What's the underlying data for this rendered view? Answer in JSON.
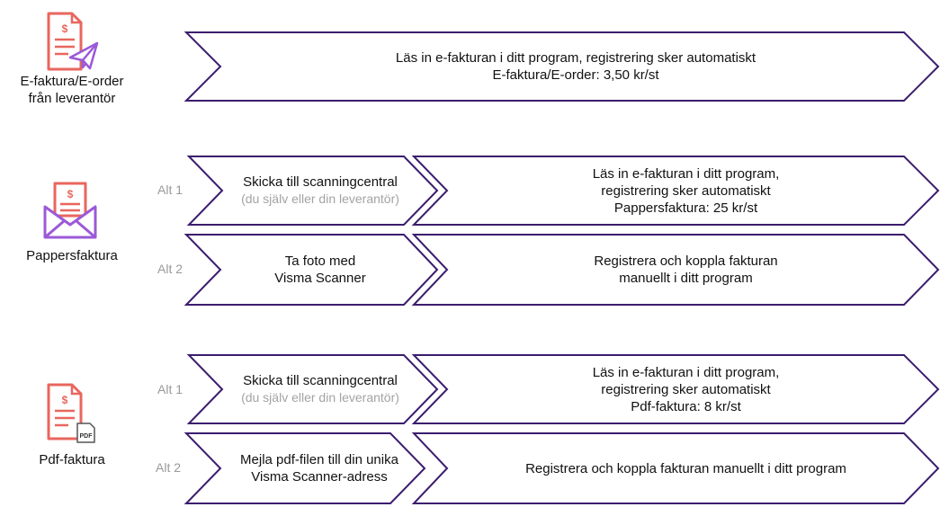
{
  "colors": {
    "chevron_stroke": "#3b1d6e",
    "icon_red": "#e8665e",
    "icon_purple": "#9b59d8",
    "alt_text": "#9a9a9a"
  },
  "sources": {
    "efaktura": {
      "line1": "E-faktura/E-order",
      "line2": "från leverantör",
      "icon": "invoice-send-icon"
    },
    "papper": {
      "label": "Pappersfaktura",
      "icon": "invoice-envelope-icon"
    },
    "pdf": {
      "label": "Pdf-faktura",
      "icon": "invoice-pdf-icon",
      "badge": "PDF"
    }
  },
  "alts": {
    "alt1": "Alt 1",
    "alt2": "Alt 2"
  },
  "rows": {
    "efaktura": {
      "line1": "Läs in e-fakturan i ditt program, registrering sker automatiskt",
      "line2": "E-faktura/E-order: 3,50 kr/st"
    },
    "papper_alt1": {
      "step1": {
        "line1": "Skicka till scanningcentral",
        "sub": "(du själv eller din leverantör)"
      },
      "step2": {
        "line1": "Läs in e-fakturan i ditt program,",
        "line2": "registrering sker automatiskt",
        "line3": "Pappersfaktura: 25 kr/st"
      }
    },
    "papper_alt2": {
      "step1": {
        "line1": "Ta foto med",
        "line2": "Visma Scanner"
      },
      "step2": {
        "line1": "Registrera och koppla fakturan",
        "line2": "manuellt i ditt program"
      }
    },
    "pdf_alt1": {
      "step1": {
        "line1": "Skicka till scanningcentral",
        "sub": "(du själv eller din leverantör)"
      },
      "step2": {
        "line1": "Läs in e-fakturan i ditt program,",
        "line2": "registrering sker automatiskt",
        "line3": "Pdf-faktura: 8 kr/st"
      }
    },
    "pdf_alt2": {
      "step1": {
        "line1": "Mejla pdf-filen till din unika",
        "line2": "Visma Scanner-adress"
      },
      "step2": {
        "line1": "Registrera och koppla fakturan manuellt i ditt program"
      }
    }
  }
}
